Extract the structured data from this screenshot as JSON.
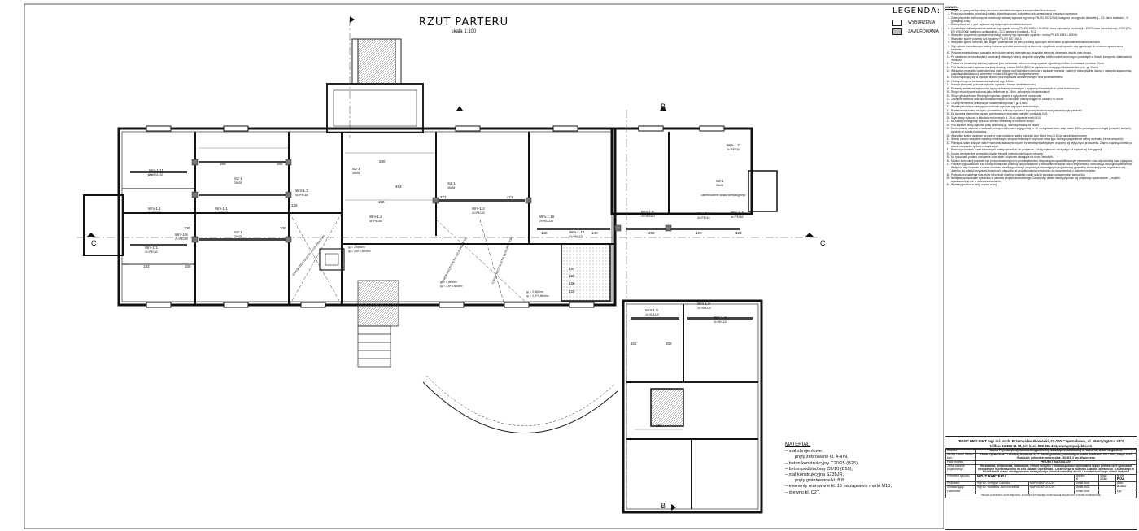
{
  "drawing": {
    "title": "RZUT PARTERU",
    "scale": "skala 1:100"
  },
  "legend": {
    "title": "LEGENDA:",
    "items": [
      {
        "label": "- WYBURZENIA",
        "color": "#ffffff"
      },
      {
        "label": "- ZAMUROWANIA",
        "color": "#bdbdbd"
      }
    ]
  },
  "notes": {
    "heading": "UWAGI:",
    "items": [
      "Projekt rozpatrywać łącznie z rysunkami architektonicznymi oraz rysunkami branżowymi.",
      "Przed wykonaniem konstrukcji należy zinwentaryzować budynek w celu sprawdzenia przyjętych wymiarów.",
      "Zabezpieczenie antykorozyjne konstrukcji stalowej wykonać wg normy PN-EN ISO 12944; kategoria korozyjności atmosfery – C2; okres trwałości – H (powyżej 15 lat);",
      "Zabezpieczenie p. poż. wykonać wg wytycznych architektonicznych.",
      "Konstrukcja stalowa powinna spełniać wymagania normy PN-EN 1090-2+A1:2012; klasa wykonania konstrukcji – EXC3 klasa konsekwencji – CC2 (PN-EN 1990:2004) kategoria użytkowania – SC1 kategoria produkcji – PC2",
      "Wszystkie połączenia (spawane/na śruby) powinny być wykonane zgodnie z normą PN-EN 1993-1-8:2006.",
      "Wszystkie spoiny powinny być zgodne z PN-EN ISO 15613.",
      "Wszystkie spoiny wykonać jako ciągłe i pachwinowe na pełny przekrój łączonych elementów z zachowaniem warunków norm.",
      "W projekcie warsztatowym należy dokonać podziału konstrukcji na elementy wysyłkowe w taki sposób, aby ograniczyć do minimum spawanie na budowie.",
      "Podczas ewentualnego spawania na budowie należy zabezpieczyć wszystkie elementy drewniane więźby oraz stropu.",
      "Po ostatecznym zmontowaniu konstrukcji stalowych należy uzupełnić wszystkie ubytki powłok ochronnych powstałych w trakcie transportu, składowania i montażu.",
      "Płatwie na konstrukcji stalowej wykonać jako drewniane, minimum dwuprzęsłowe o przekroju 8x8cm w rozstawie co maks. 80cm.",
      "Pod fundamentami wykonać warstwę chudego betonu C8/10 (B10) do głębokości istniejących fundamentów (min. gr. 10cm).",
      "W każdym przypadku stwierdzenia w dnie wykopu pod budynkiem gruntów o większej nośności, należy je bezwzględnie usunąć i zastąpić zagęszczoną pospółką stabilizowaną cementem w ilości 150kg/m³ lub chudym betonem.",
      "Grunt znajdujący się w wykopie chronić przed opadami atmosferycznymi oraz przemarzaniem.",
      "Otulinę zbrojenia fundamentów wykonać o gr. 5,0cm.",
      "Izolacje pionowe i poziome wykonać zgodnie z branżą architektoniczną.",
      "Elementy żelbetowe wykonywać wg rysunków wykonawczych i wytycznych zawartych w opisie technicznym.",
      "Stropy monolityczne wykonać jako żelbetowe gr. 15cm, zbrojone w obu kierunkach.",
      "Stropy gęstożebrowe Rectoligth wykonać zgodnie z wytycznymi producenta.",
      "Zbrojenie wieńców oraz ław fundamentowych w narożach należy uciąglić na zakład o dł. 60cm.",
      "Otulinę elementów żelbetowych nadziemia wykonać o gr. 3,0cm.",
      "Wymiary stolarki w istniejących ścianach wykonać wg opisu technicznego.",
      "Powierzchnie ściany na styku z konstrukcją stalową wyrównać zaprawą bezskurczową wysokiej wytrzymałości.",
      "Do łączenia elementów prętami gwintowanymi stosować nakrętki i podkładki kl. 8.",
      "Szyb windy wykonać z bloczków betonowych kl. 15 na zaprawie marki M10.",
      "Na każdej kondygnacji wykonać wieniec żelbetowy w poziomie stropu.",
      "Pod szybem windy wykonać płytę betonową gr. 30cm wylewaną na mokro.",
      "Zamurowania otworów w ścianach nośnych wykonać z cegły pełnej kl. 15 na zaprawie cem.-wap. marki M10 z przewiązaniem cegieł (nowych i starych) zgodnie ze sztuką budowlaną.",
      "Wszystkie ściany działowe na piętrze oraz poddaszu należy wykonać jako lekkie typu G-K na ruszcie aluminiowym.",
      "Należy usunąć wszystkie warstwy drewnianych stropów belkowych i wykonać nowe typu lekkiego (wypełnienie wełną mineralną lub keramzytem).",
      "Pęknięcia ścian nośnych należy wzmocnić stalowymi prętami trzpieniowymi wklejanymi w spoiny wg wytycznych producenta. Zakres naprawy określić po skuciu wszystkich tynków zewnętrznych.",
      "Przed wykonaniem liczeń ścianowych należy sprawdzić ich podparcie. Ściany wyburzać zaczynając od najwyższej kondygnacji.",
      "Kanały wentylacyjne prowadzić między belkami nośnymi istniejących stropów.",
      "Na rysunkach podano obciążenie char. stałe i użytkowe działające na strop Rectoligth.",
      "Montaż konstrukcji powinien być przeprowadzony przez przedsiębiorstwo dysponujące wykwalifikowanym personelem oraz odpowiednią bazą sprzętową.",
      "Prace przygotowawcze oraz roboty montażowe powinny być prowadzone z zachowaniem zasad sztuki inżynierskiej i zachowując szczególną ostrożność. Wyłączna się używanie w czasie montażu wszelkiego rodzaju urządzeń przywracających projektowaną geometrię konstrukcji przez wywieranie siły. Jeżeliby się zdarzył przypadek znacznych odstępstw od projektu należy porozumieć się bezpośrednio z autorami projektu.",
      "Podczas prowadzenia prac ekipy robotnicze powinny posiadać ciągły nadzór w postaci uprawnionego kierownika.",
      "Niniejsze opracowanie wykonano w zakresie projektu budowlanego. Szczegóły i detale należy wykonać wg odrębnego opracowania – projektu wykonawczego lub w nadzorze autorskim.",
      "Wymiary podano w [cm], rzędne w [m]."
    ]
  },
  "materials": {
    "heading": "MATERIAŁ:",
    "items": [
      "– stal zbrojeniowe:",
      "pręty żebrowane kl. A-IIIN,",
      "– beton konstrukcyjny C20/25 (B25),",
      "– beton podkładowy C8/10 (B10),",
      "– stal konstrukcyjna S235JR,",
      "pręty gwintowane kl. 8.8,",
      "– elementy murowane kl. 15 na zaprawie marki M10,",
      "– drewno kl. C27,"
    ]
  },
  "title_block": {
    "firm_line1": "\"P&M\" PROJEKT mgr inż. arch. Przemysław Płowecki, 42-200 Częstochowa, ul. Waszyngtona 24/3,",
    "firm_line2": "telifax. 34 365 11 68, tel. kom. 888 484 484, www.pmprojekt.com",
    "investor_label": "Inwestor:",
    "investor": "Szpital Psychiatryczny Samodzielny publiczny zakład opieki zdrowotnej ul. Barsa 24, 11-600 Węgorzewo",
    "name_label": "Nazwa i adres obiektu bud.:",
    "name": "Zakład Opiekuńczo - Leczniczy Rudziszki 5; 11-600 Węgorzewo; powiat węgorzewski działka nr: 108 / 1083, obręb: 0022 Rudziszki; jednostka ewidencyjna: 281803_3 gm. Węgorzewo",
    "phase_label": "Faza projektu:",
    "phase": "PROJEKT BUDOWLANY",
    "subject_label": "Temat zadania projektowego:",
    "subject": "Rozbudowa, przebudowa, nadbudowa, remont budynku i zmiana sposobu użytkowania części pomieszczeń i podstawa niezbędnych w przeznaczeniu na cele Zakładu Opiekuńczo - Leczniczego w budynku Zakładu Opiekuńczo - Leczniczego w Rudziszkach wraz z udostępnieniem historycznego układu konstrukcji dachu i architektonicznego układu budynku",
    "drawing_label": "Przedmiot rysunku:",
    "drawing": "RZUT PARTERU",
    "branch_label": "Branża:",
    "branch": "K",
    "scale_label": "Skala:",
    "scale": "1:100",
    "sheet_label": "Nr rys.",
    "sheet": "K02",
    "designer_role": "Projektant:",
    "designer": "mgr inż. Grzegorz Gałuszka",
    "designer_lic": "MAP/0383/POOK/10",
    "designer_branch": "konstr.-bud.",
    "checker_role": "Sprawdzający:",
    "checker": "mgr inż. Radosław Jach-Korzeliński",
    "checker_lic": "MAP/0104/POOK/15",
    "checker_branch": "konstr.-bud.",
    "author_role": "Opracował:",
    "author_branch": "konstr.-bud.",
    "date_label": "Data:",
    "date": "05.2017",
    "edition_label": "Egz.",
    "copyright": "PRAWA AUTORSKIE ZASTRZEŻONE. WYKORZYSTYWANIE I KOPIOWANIE BEZ ZGODY AUTORA ZABRONIONE"
  },
  "plan": {
    "room_labels": [
      {
        "id": "wm111",
        "name": "Wm-1.11",
        "sub": "2x HEA120"
      },
      {
        "id": "wm13",
        "name": "Wm-1.3",
        "sub": "4x IPE180"
      },
      {
        "id": "sz1a",
        "name": "SZ-1",
        "sub": "35x35"
      },
      {
        "id": "sz1b",
        "name": "SZ-1",
        "sub": "35x35"
      },
      {
        "id": "sz1c",
        "name": "SZ-1",
        "sub": "35x35"
      },
      {
        "id": "sz1d",
        "name": "SZ-1",
        "sub": "35x35"
      },
      {
        "id": "sz1e",
        "name": "SZ-1",
        "sub": "35x35"
      },
      {
        "id": "wm11a",
        "name": "Wm-1.1",
        "sub": "2x IPE180"
      },
      {
        "id": "wm11b",
        "name": "Wm-1.1",
        "sub": "2x IPE180"
      },
      {
        "id": "wm11c",
        "name": "Wm-1.1",
        "sub": "2x IPE180"
      },
      {
        "id": "wm15",
        "name": "Wm-1.5",
        "sub": "2x IPE180"
      },
      {
        "id": "wm12a",
        "name": "Wm-1.2",
        "sub": "4x IPE160"
      },
      {
        "id": "wm12b",
        "name": "Wm-1.2",
        "sub": "4x IPE160"
      },
      {
        "id": "wm12c",
        "name": "Wm-1.2",
        "sub": "4x IPE160"
      },
      {
        "id": "wm110",
        "name": "Wm-1.10",
        "sub": "2x HEA120"
      },
      {
        "id": "wm112",
        "name": "Wm-1.12",
        "sub": "2x HEA120"
      },
      {
        "id": "wm16",
        "name": "Wm-1.6",
        "sub": "2x HEA120"
      },
      {
        "id": "wm14",
        "name": "Wm-1.4",
        "sub": "4x IPE160"
      },
      {
        "id": "wm17",
        "name": "Wm-1.7",
        "sub": "2x IPE240"
      },
      {
        "id": "wm18",
        "name": "Wm-1.8",
        "sub": "2x HEA120"
      },
      {
        "id": "wm19a",
        "name": "Wm-1.9",
        "sub": "2x HEA120"
      },
      {
        "id": "wm19b",
        "name": "Wm-1.9",
        "sub": "2x HEA120"
      }
    ],
    "dimensions": [
      "300",
      "389",
      "389",
      "493",
      "260",
      "377",
      "271",
      "190",
      "126",
      "100",
      "100",
      "183",
      "100",
      "140",
      "140",
      "268",
      "120",
      "123",
      "184",
      "155",
      "136",
      "120",
      "302",
      "322",
      "281"
    ],
    "cut_marks": [
      "C",
      "C",
      "B",
      "B"
    ],
    "stair_notes": [
      "STROP RECTOLIGTH 15/15 (REKTOR)",
      "STROP RECTOLIGTH 15/15 (REKTOR)",
      "STROP RECTOLIGTH 15/15 (REKTOR)"
    ],
    "load_notes": [
      "gₖ = 2,5kN/m²",
      "qₖ = 2,5+0,5kN/m²",
      "gₖ = 2,5kN/m²",
      "qₖ = 2,5+0,5kN/m²",
      "gₖ = 2,5kN/m²",
      "qₖ = 2,5+0,5kN/m²"
    ],
    "shaft_note": "zabetonowanie kanału wentylacyjnego"
  }
}
